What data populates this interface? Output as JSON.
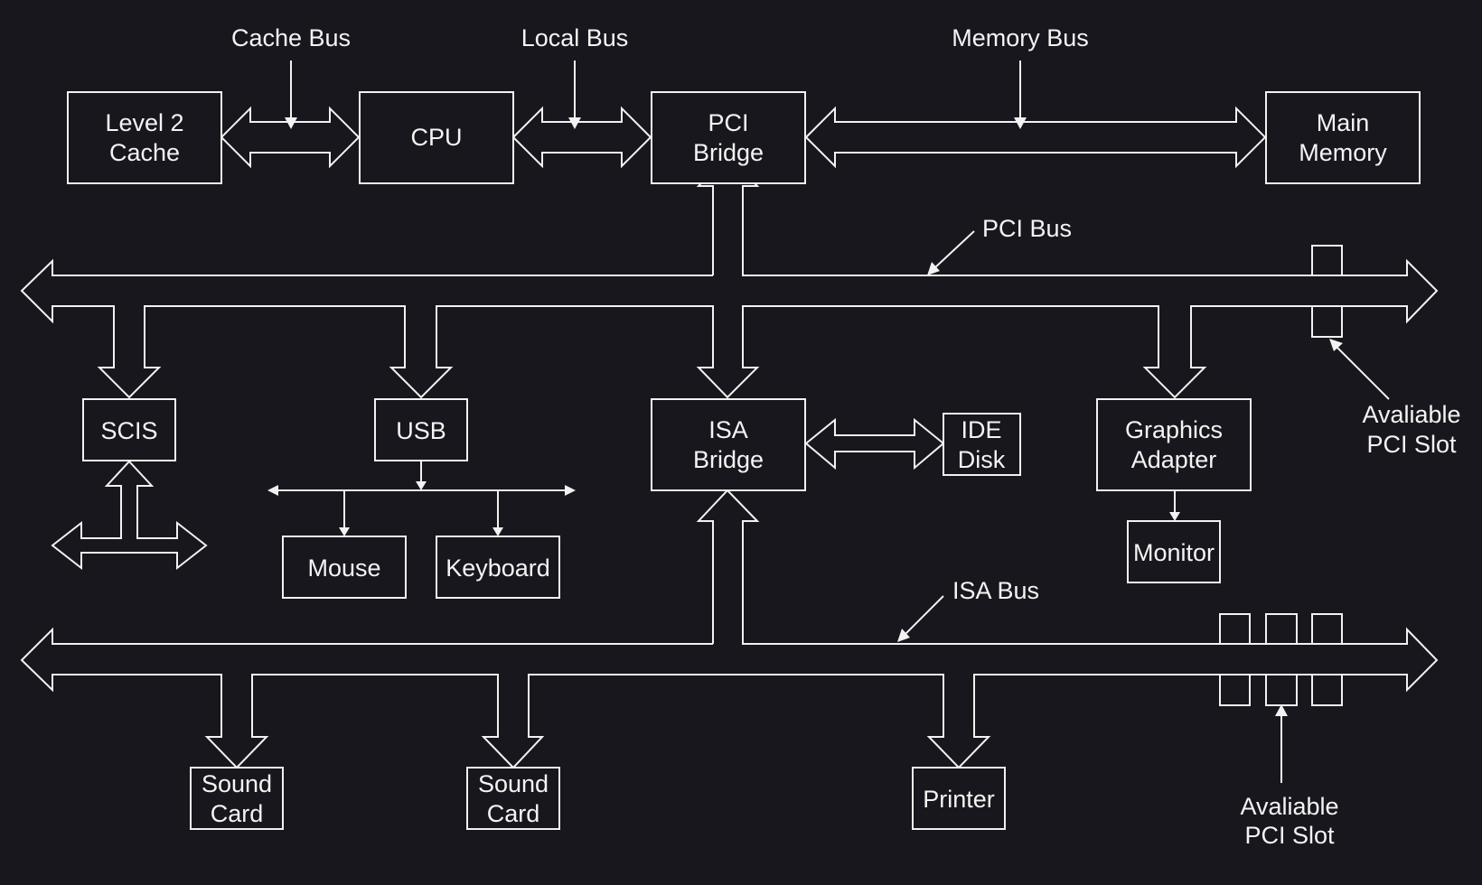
{
  "colors": {
    "background": "#18171d",
    "stroke": "#f2f2f2",
    "text": "#f4f4f4"
  },
  "bus_labels": {
    "cache_bus": "Cache Bus",
    "local_bus": "Local Bus",
    "memory_bus": "Memory Bus",
    "pci_bus": "PCI Bus",
    "isa_bus": "ISA Bus"
  },
  "nodes": {
    "l2_cache": [
      "Level 2",
      "Cache"
    ],
    "cpu": [
      "CPU"
    ],
    "pci_bridge": [
      "PCI",
      "Bridge"
    ],
    "main_memory": [
      "Main",
      "Memory"
    ],
    "scsi": [
      "SCIS"
    ],
    "usb": [
      "USB"
    ],
    "isa_bridge": [
      "ISA",
      "Bridge"
    ],
    "ide_disk": [
      "IDE",
      "Disk"
    ],
    "graphics_adapter": [
      "Graphics",
      "Adapter"
    ],
    "monitor": [
      "Monitor"
    ],
    "mouse": [
      "Mouse"
    ],
    "keyboard": [
      "Keyboard"
    ],
    "sound_card_1": [
      "Sound",
      "Card"
    ],
    "sound_card_2": [
      "Sound",
      "Card"
    ],
    "printer": [
      "Printer"
    ]
  },
  "annotations": {
    "pci_slot": [
      "Avaliable",
      "PCI Slot"
    ],
    "isa_slot": [
      "Avaliable",
      "PCI Slot"
    ]
  }
}
